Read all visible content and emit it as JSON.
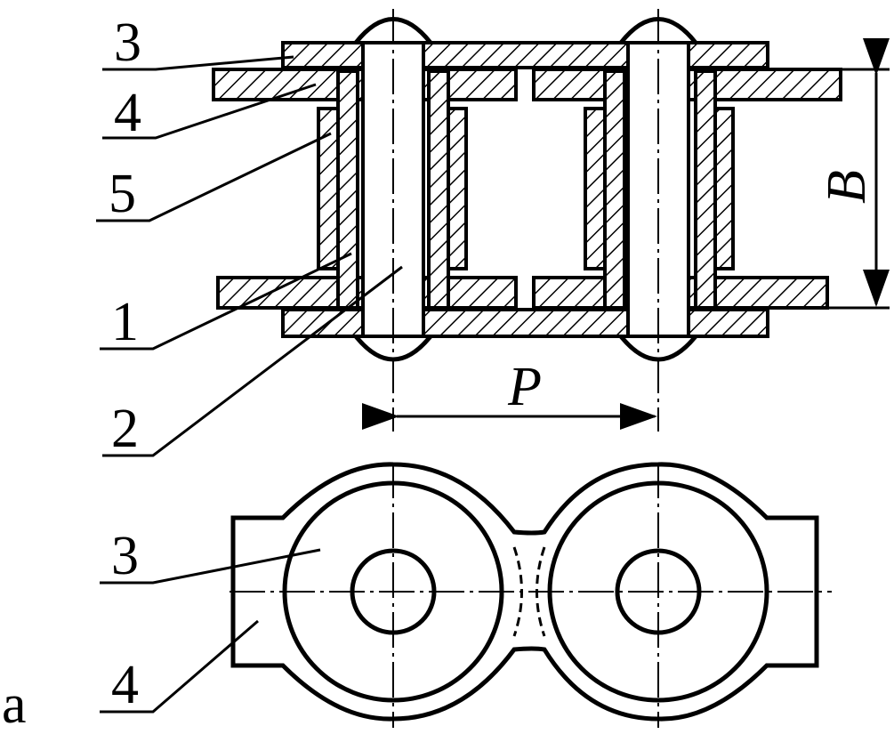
{
  "figure_label": "a",
  "top_view": {
    "labels": {
      "plate_outer": "3",
      "plate_inner": "4",
      "roller": "5",
      "bushing": "1",
      "pin": "2"
    },
    "dimensions": {
      "pitch": "P",
      "width": "B"
    }
  },
  "bottom_view": {
    "labels": {
      "plate_outer": "3",
      "plate_inner": "4"
    }
  }
}
